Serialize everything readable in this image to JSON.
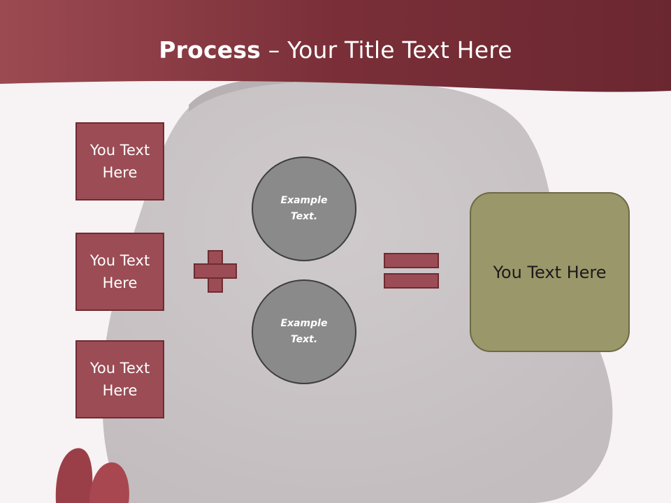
{
  "title": {
    "bold": "Process",
    "rest": " – Your Title Text Here"
  },
  "left_boxes": [
    {
      "label": "You Text Here"
    },
    {
      "label": "You Text Here"
    },
    {
      "label": "You Text Here"
    }
  ],
  "circles": [
    {
      "label": "Example Text."
    },
    {
      "label": "Example Text."
    }
  ],
  "result": {
    "label": "You Text Here"
  },
  "colors": {
    "header": "#8c3c45",
    "box_fill": "#9b4c55",
    "circle_fill": "#8a8a8a",
    "result_fill": "#9a976a"
  }
}
